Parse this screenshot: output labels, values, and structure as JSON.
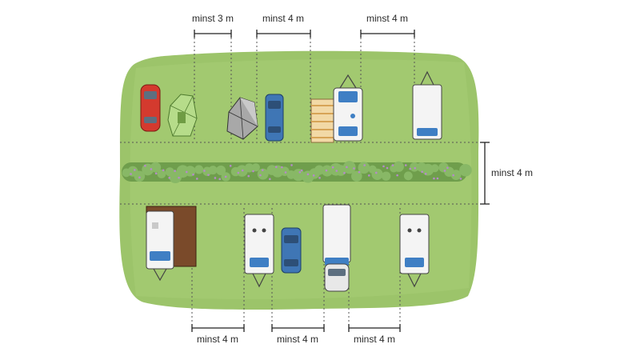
{
  "diagram": {
    "top_dims": [
      {
        "label": "minst 3 m"
      },
      {
        "label": "minst 4 m"
      },
      {
        "label": "minst 4 m"
      }
    ],
    "side_dim": {
      "label": "minst 4 m"
    },
    "bottom_dims": [
      {
        "label": "minst 4 m"
      },
      {
        "label": "minst 4 m"
      },
      {
        "label": "minst 4 m"
      }
    ],
    "colors": {
      "grass": "#9cc46a",
      "hedge": "#7fae5a",
      "red_car": "#d43a2e",
      "blue_car": "#3f76b5",
      "tent_green": "#b6dc8a",
      "tent_grey": "#9a9a9a",
      "caravan": "#f4f4f4",
      "awning": "#7a4a2a"
    },
    "objects": [
      {
        "name": "red-car-icon"
      },
      {
        "name": "green-tent-icon"
      },
      {
        "name": "grey-tent-icon"
      },
      {
        "name": "blue-car-icon"
      },
      {
        "name": "caravan-with-awning-icon"
      },
      {
        "name": "caravan-icon"
      },
      {
        "name": "hedge-icon"
      }
    ]
  }
}
